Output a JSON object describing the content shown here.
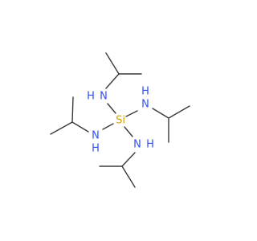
{
  "molecule": {
    "atom_labels": {
      "si": "Si",
      "n_top": "N",
      "h_top": "H",
      "n_right": "N",
      "h_right": "H",
      "n_left": "N",
      "h_left": "H",
      "n_bottom": "N",
      "h_bottom": "H"
    },
    "colors": {
      "bond": "#3a3a3a",
      "nitrogen": "#3050f8",
      "silicon": "#d2a200",
      "background": "#ffffff"
    }
  }
}
